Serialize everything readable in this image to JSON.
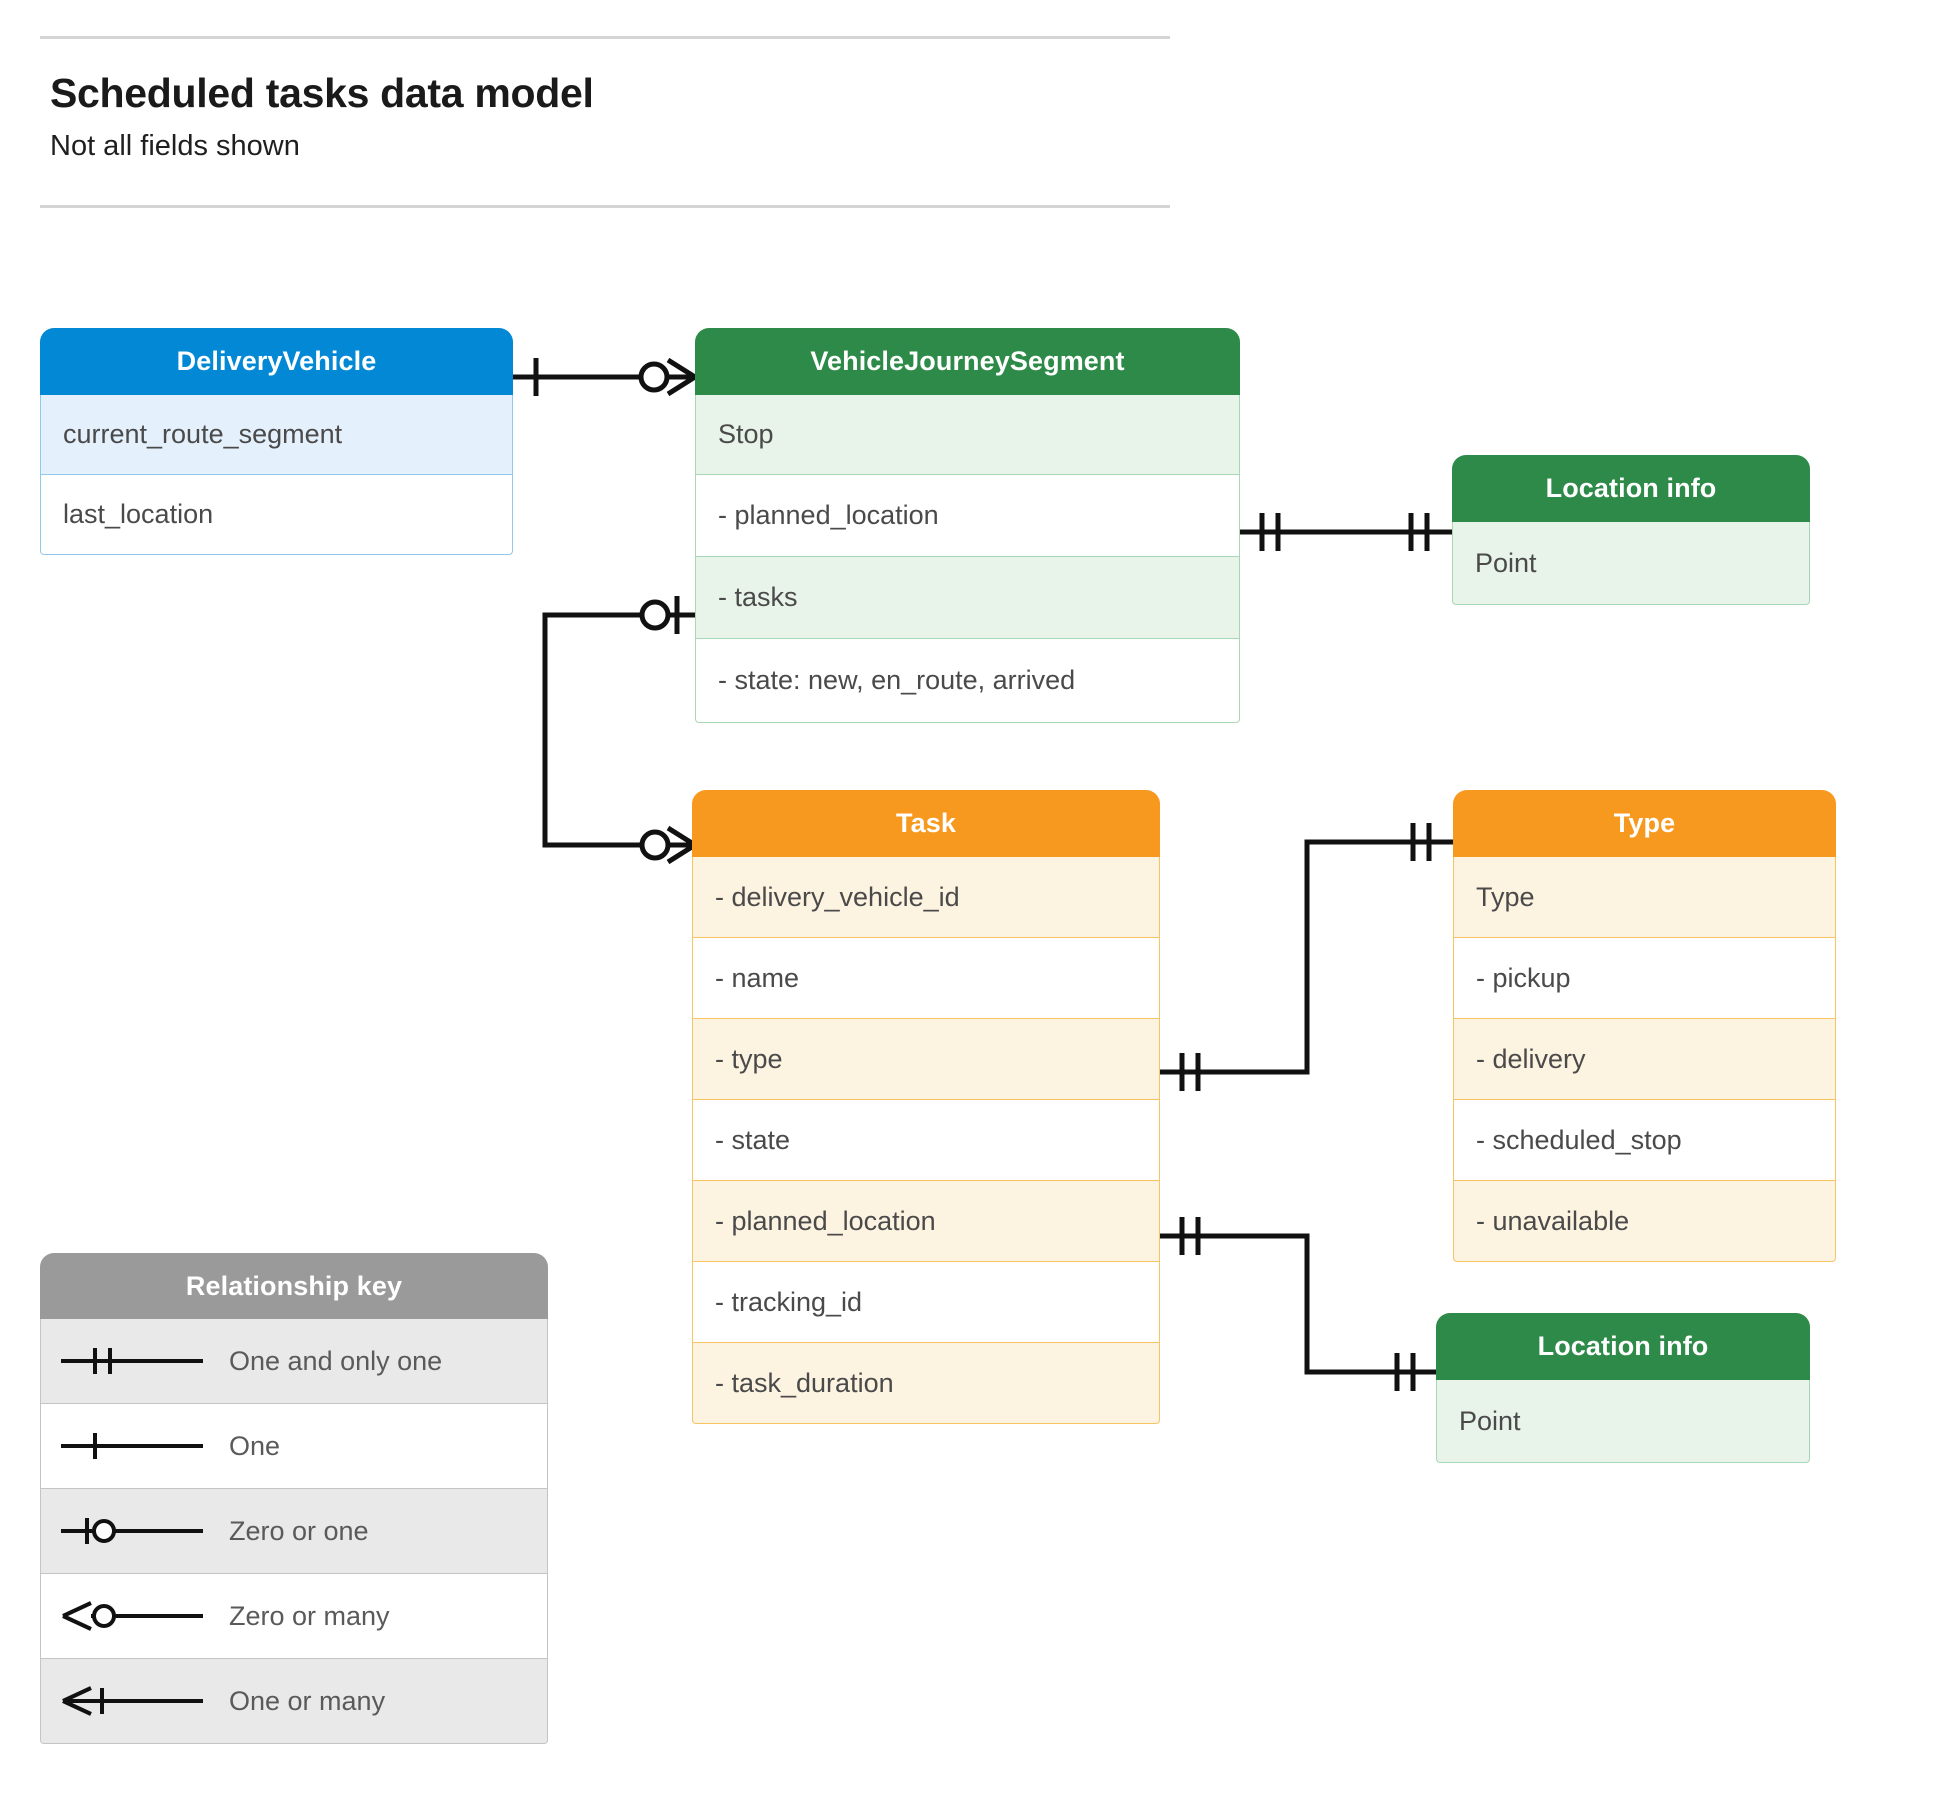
{
  "header": {
    "title": "Scheduled tasks data model",
    "subtitle": "Not all fields shown"
  },
  "entities": {
    "delivery_vehicle": {
      "title": "DeliveryVehicle",
      "color": "#0288d4",
      "rows": [
        "current_route_segment",
        "last_location"
      ]
    },
    "vehicle_journey_segment": {
      "title": "VehicleJourneySegment",
      "color": "#2e8a48",
      "rows": [
        "Stop",
        "-  planned_location",
        "- tasks",
        "- state: new, en_route, arrived"
      ]
    },
    "location_info_top": {
      "title": "Location info",
      "color": "#2e8a48",
      "rows": [
        "Point"
      ]
    },
    "task": {
      "title": "Task",
      "color": "#f7991e",
      "rows": [
        "- delivery_vehicle_id",
        "- name",
        "- type",
        "- state",
        "- planned_location",
        "- tracking_id",
        "- task_duration"
      ]
    },
    "type": {
      "title": "Type",
      "color": "#f7991e",
      "rows": [
        "Type",
        "-   pickup",
        "-   delivery",
        "-   scheduled_stop",
        "-   unavailable"
      ]
    },
    "location_info_bottom": {
      "title": "Location info",
      "color": "#2e8a48",
      "rows": [
        "Point"
      ]
    }
  },
  "legend": {
    "title": "Relationship key",
    "color": "#9a9a9a",
    "items": [
      {
        "symbol": "one-and-only-one",
        "label": "One and only one"
      },
      {
        "symbol": "one",
        "label": "One"
      },
      {
        "symbol": "zero-or-one",
        "label": "Zero or one"
      },
      {
        "symbol": "zero-or-many",
        "label": "Zero or many"
      },
      {
        "symbol": "one-or-many",
        "label": "One or many"
      }
    ]
  },
  "relationships": [
    {
      "name": "deliveryvehicle-to-vehiclejourneysegment",
      "from": "DeliveryVehicle",
      "from_marker": "one",
      "to": "VehicleJourneySegment",
      "to_marker": "zero-or-many"
    },
    {
      "name": "vehiclejourneysegment-planned-location-to-location-info",
      "from": "VehicleJourneySegment.planned_location",
      "from_marker": "one-and-only-one",
      "to": "Location info",
      "to_marker": "one-and-only-one"
    },
    {
      "name": "vehiclejourneysegment-tasks-to-task",
      "from": "VehicleJourneySegment.tasks",
      "from_marker": "zero-or-one",
      "to": "Task",
      "to_marker": "zero-or-many"
    },
    {
      "name": "task-type-to-type",
      "from": "Task.type",
      "from_marker": "one-and-only-one",
      "to": "Type",
      "to_marker": "one-and-only-one"
    },
    {
      "name": "task-planned-location-to-location-info",
      "from": "Task.planned_location",
      "from_marker": "one-and-only-one",
      "to": "Location info",
      "to_marker": "one-and-only-one"
    }
  ]
}
